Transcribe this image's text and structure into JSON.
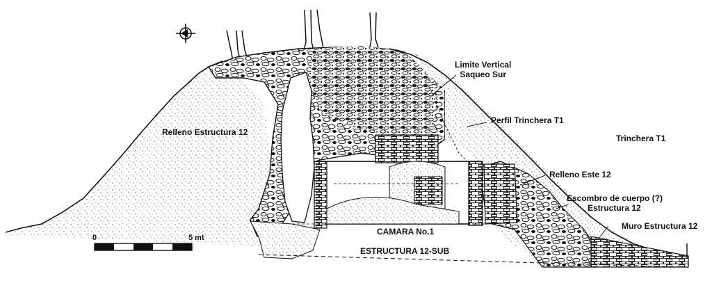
{
  "labels": {
    "limite_vertical": "Limite Vertical",
    "saqueo_sur": "Saqueo Sur",
    "relleno_estructura": "Relleno Estructura 12",
    "perfil_trinchera": "Perfil Trinchera T1",
    "trinchera": "Trinchera T1",
    "relleno_este": "Relleno Este 12",
    "escombro": "Escombro de cuerpo (?)",
    "estructura_12": "Estructura 12",
    "muro_estructura": "Muro Estructura 12",
    "camara": "CAMARA No.1",
    "estructura_sub": "ESTRUCTURA 12-SUB"
  },
  "scale_bar": {
    "start_label": "0",
    "end_label": "5 mt",
    "segments": 5
  },
  "north_arrow": {
    "icon": "north-arrow-icon"
  },
  "colors": {
    "ink": "#111111",
    "background": "#ffffff"
  }
}
